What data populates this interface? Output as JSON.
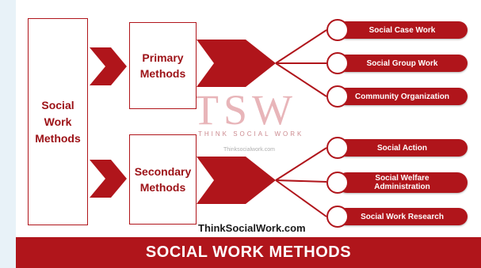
{
  "colors": {
    "brand_red": "#b0151b",
    "frame_blue": "#e8f2f8",
    "white": "#ffffff"
  },
  "main_box": {
    "label": "Social\nWork\nMethods"
  },
  "primary_box": {
    "label": "Primary\nMethods"
  },
  "secondary_box": {
    "label": "Secondary\nMethods"
  },
  "primary_items": [
    {
      "label": "Social Case Work"
    },
    {
      "label": "Social Group Work"
    },
    {
      "label": "Community Organization"
    }
  ],
  "secondary_items": [
    {
      "label": "Social Action"
    },
    {
      "label": "Social Welfare\nAdministration"
    },
    {
      "label": "Social Work Research"
    }
  ],
  "watermark": {
    "logo": "TSW",
    "tagline": "THINK SOCIAL WORK",
    "url": "Thinksocialwork.com"
  },
  "site_label": "ThinkSocialWork.com",
  "footer_title": "SOCIAL WORK METHODS"
}
